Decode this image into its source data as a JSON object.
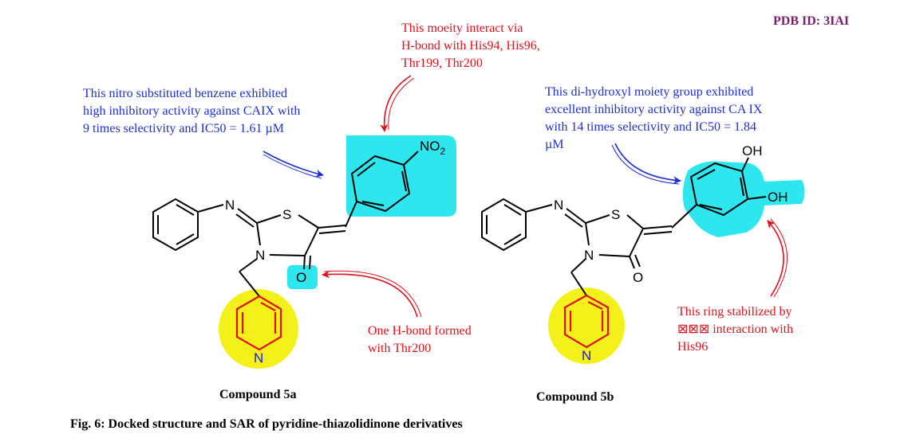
{
  "pdb_id": "PDB ID: 3IAI",
  "colors": {
    "red_annotation": "#e1101a",
    "blue_annotation": "#1f2fd0",
    "pdb_color": "#7a1e6c",
    "cyan_highlight": "#2ee6ee",
    "yellow_highlight": "#f3f01a",
    "nitrogen_blue": "#1a1adc",
    "ring_red": "#e1101a"
  },
  "compound_5a": {
    "name": "Compound 5a",
    "annotation_nitro": {
      "lines": [
        "This nitro substituted benzene exhibited",
        "high inhibitory activity against CAIX with",
        "9 times selectivity and IC50 = 1.61 µM"
      ]
    },
    "annotation_moiety": {
      "lines": [
        "This moeity interact via",
        "H-bond with His94, His96,",
        "Thr199, Thr200"
      ]
    },
    "annotation_hbond": {
      "lines": [
        "One H-bond formed",
        "with Thr200"
      ]
    },
    "atoms": {
      "imine_n": "N",
      "sulfur": "S",
      "ring_n": "N",
      "carbonyl_o": "O",
      "nitro": "NO",
      "nitro_sub": "2",
      "pyridine_n": "N"
    }
  },
  "compound_5b": {
    "name": "Compound 5b",
    "annotation_dihydroxyl": {
      "lines": [
        "This di-hydroxyl moiety group exhibited",
        "excellent inhibitory activity against CA IX",
        "with 14 times selectivity and IC50 = 1.84",
        "µM"
      ]
    },
    "annotation_ring": {
      "lines": [
        "This ring stabilized by",
        "⊠⊠⊠  interaction  with",
        "His96"
      ]
    },
    "atoms": {
      "imine_n": "N",
      "sulfur": "S",
      "ring_n": "N",
      "carbonyl_o": "O",
      "oh_top": "OH",
      "oh_side": "OH",
      "pyridine_n": "N"
    }
  },
  "caption": "Fig. 6: Docked structure and SAR of pyridine-thiazolidinone derivatives"
}
